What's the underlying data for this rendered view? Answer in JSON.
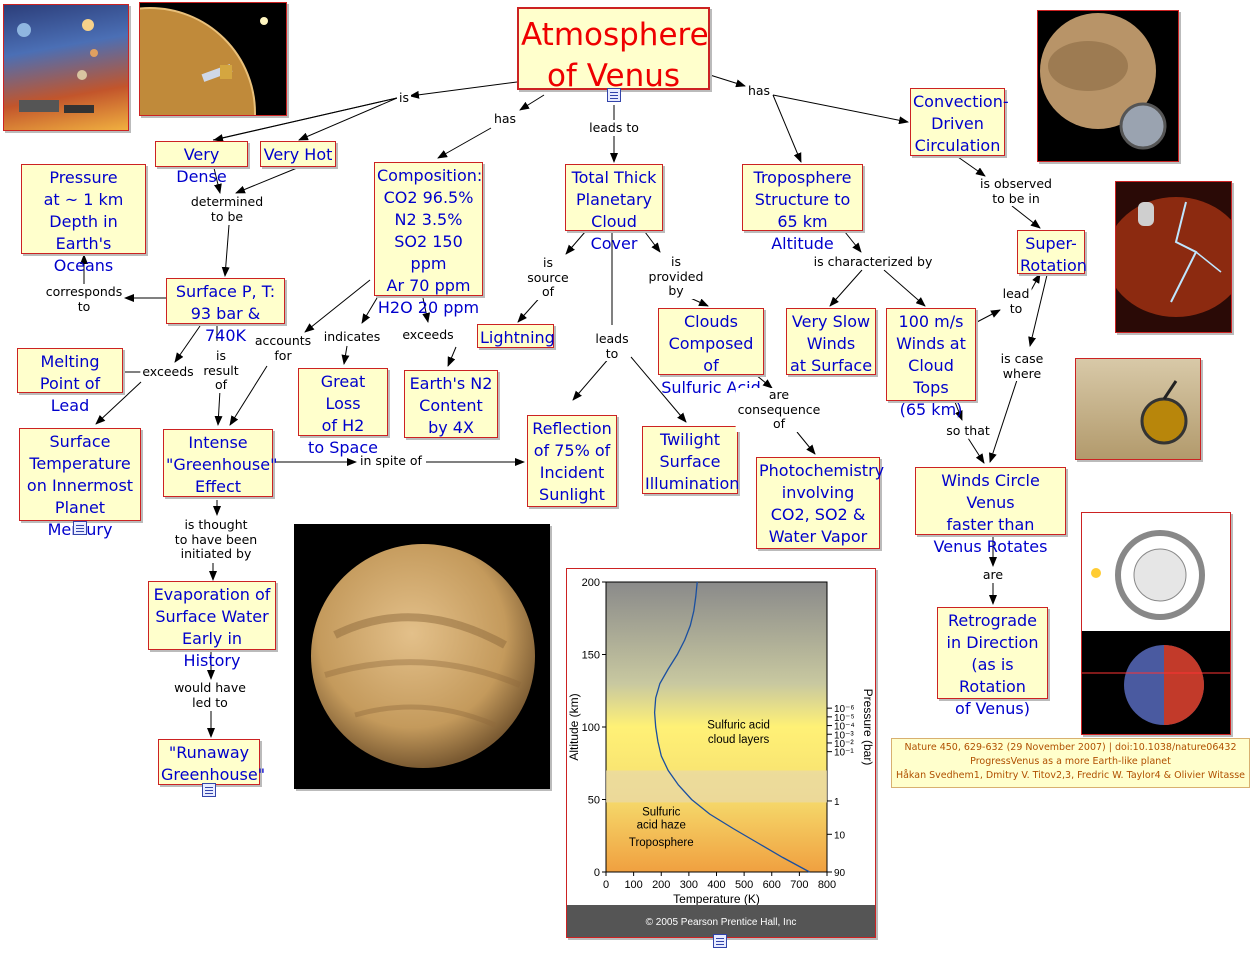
{
  "nodes": {
    "title": "Atmosphere\nof Venus",
    "very_dense": "Very Dense",
    "very_hot": "Very Hot",
    "pressure_depth": "Pressure\nat ~ 1 km\nDepth in\nEarth's Oceans",
    "composition": "Composition:\nCO2 96.5%\nN2 3.5%\nSO2 150 ppm\nAr 70 ppm\nH2O 20 ppm",
    "cloud_cover": "Total Thick\nPlanetary\nCloud Cover",
    "troposphere": "Troposphere\nStructure to\n65 km Altitude",
    "convection": "Convection-\nDriven\nCirculation",
    "surface_pt": "Surface P, T:\n93 bar & 740K",
    "super_rotation": "Super-\nRotation",
    "lightning": "Lightning",
    "sulfuric_clouds": "Clouds\nComposed of\nSulfuric Acid",
    "slow_winds": "Very Slow\nWinds\nat Surface",
    "fast_winds": "100 m/s\nWinds at\nCloud Tops\n(65 km)",
    "melting_lead": "Melting\nPoint of Lead",
    "great_loss": "Great Loss\nof H2\nto Space",
    "earth_n2": "Earth's N2\nContent\nby 4X",
    "surface_temp": "Surface\nTemperature\non Innermost\nPlanet Mercury",
    "greenhouse": "Intense\n\"Greenhouse\"\nEffect",
    "reflection": "Reflection\nof 75% of\nIncident\nSunlight",
    "twilight": "Twilight\nSurface\nIllumination",
    "photochem": "Photochemistry\ninvolving\nCO2, SO2 &\nWater Vapor",
    "winds_circle": "Winds Circle Venus\nfaster than\nVenus Rotates",
    "evaporation": "Evaporation of\nSurface Water\nEarly in History",
    "retrograde": "Retrograde\nin Direction\n(as is Rotation\nof Venus)",
    "runaway": "\"Runaway\nGreenhouse\""
  },
  "links": {
    "is": "is",
    "has_left": "has",
    "leads_to": "leads to",
    "has_right": "has",
    "determined": "determined\nto be",
    "observed": "is observed\nto be in",
    "corresponds": "corresponds\nto",
    "source_of": "is\nsource\nof",
    "provided_by": "is\nprovided\nby",
    "characterized": "is characterized by",
    "lead_to": "lead\nto",
    "accounts_for": "accounts\nfor",
    "indicates": "indicates",
    "exceeds_n2": "exceeds",
    "exceeds_lead": "exceeds",
    "result_of": "is\nresult\nof",
    "leads_to_2": "leads\nto",
    "is_case": "is case\nwhere",
    "consequence": "are\nconsequence\nof",
    "so_that": "so that",
    "in_spite": "in spite of",
    "thought": "is thought\nto have been\ninitiated by",
    "are": "are",
    "would_have": "would have\nled to"
  },
  "reference": "Nature 450, 629-632 (29 November 2007) | doi:10.1038/nature06432\nProgressVenus as a more Earth-like planet\nHåkan Svedhem1, Dmitry V. Titov2,3, Fredric W. Taylor4 & Olivier Witasse",
  "icons": [
    "document-icon",
    "spacecraft-image",
    "venus-globe-image",
    "lightning-image",
    "probe-image",
    "circulation-diagram"
  ],
  "chart_data": {
    "type": "line",
    "title": "",
    "xlabel": "Temperature (K)",
    "ylabel": "Altitude (km)",
    "y2label": "Pressure (bar)",
    "xlim": [
      0,
      800
    ],
    "ylim": [
      0,
      200
    ],
    "x_ticks": [
      "0",
      "100",
      "200",
      "300",
      "400",
      "500",
      "600",
      "700",
      "800"
    ],
    "y_ticks": [
      "0",
      "50",
      "100",
      "150",
      "200"
    ],
    "pressure_ticks": [
      {
        "label": "10⁻⁶",
        "alt": 113
      },
      {
        "label": "10⁻⁵",
        "alt": 107
      },
      {
        "label": "10⁻⁴",
        "alt": 101
      },
      {
        "label": "10⁻³",
        "alt": 95
      },
      {
        "label": "10⁻²",
        "alt": 89
      },
      {
        "label": "10⁻¹",
        "alt": 83
      },
      {
        "label": "1",
        "alt": 49
      },
      {
        "label": "10",
        "alt": 26
      },
      {
        "label": "90",
        "alt": 0
      }
    ],
    "series": [
      {
        "points": [
          [
            737,
            0
          ],
          [
            640,
            10
          ],
          [
            550,
            20
          ],
          [
            460,
            30
          ],
          [
            375,
            40
          ],
          [
            310,
            50
          ],
          [
            262,
            60
          ],
          [
            225,
            70
          ],
          [
            200,
            80
          ],
          [
            188,
            90
          ],
          [
            180,
            100
          ],
          [
            176,
            110
          ],
          [
            180,
            120
          ],
          [
            195,
            130
          ],
          [
            225,
            140
          ],
          [
            258,
            150
          ],
          [
            285,
            160
          ],
          [
            305,
            170
          ],
          [
            318,
            180
          ],
          [
            325,
            190
          ],
          [
            330,
            200
          ]
        ]
      }
    ],
    "annotations": [
      {
        "text": "Sulfuric acid",
        "x": 480,
        "y": 99
      },
      {
        "text": "cloud layers",
        "x": 480,
        "y": 89
      },
      {
        "text": "Sulfuric",
        "x": 200,
        "y": 39
      },
      {
        "text": "acid haze",
        "x": 200,
        "y": 30
      },
      {
        "text": "Troposphere",
        "x": 200,
        "y": 18
      }
    ],
    "credit": "© 2005 Pearson Prentice Hall, Inc",
    "colors": {
      "curve": "#1a4fa0",
      "top": "#8a8a8a",
      "middle": "#fff176",
      "bottom": "#f0a040"
    }
  }
}
